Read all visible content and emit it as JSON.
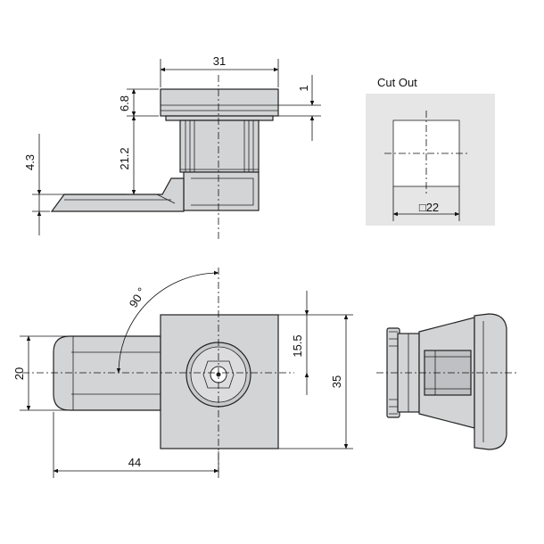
{
  "top_view": {
    "dim_width": "31",
    "dim_cap": "6.8",
    "dim_body": "21.2",
    "dim_tongue": "4.3",
    "dim_gap": "1"
  },
  "cutout": {
    "title": "Cut Out",
    "size": "□22",
    "panel_color": "#e6e6e6"
  },
  "front_view": {
    "dim_angle": "90 °",
    "dim_tongue_width": "20",
    "dim_reach": "44",
    "dim_offset": "15.5",
    "dim_height": "35"
  },
  "colors": {
    "part_fill": "#d3d4d6",
    "line": "#222222"
  }
}
